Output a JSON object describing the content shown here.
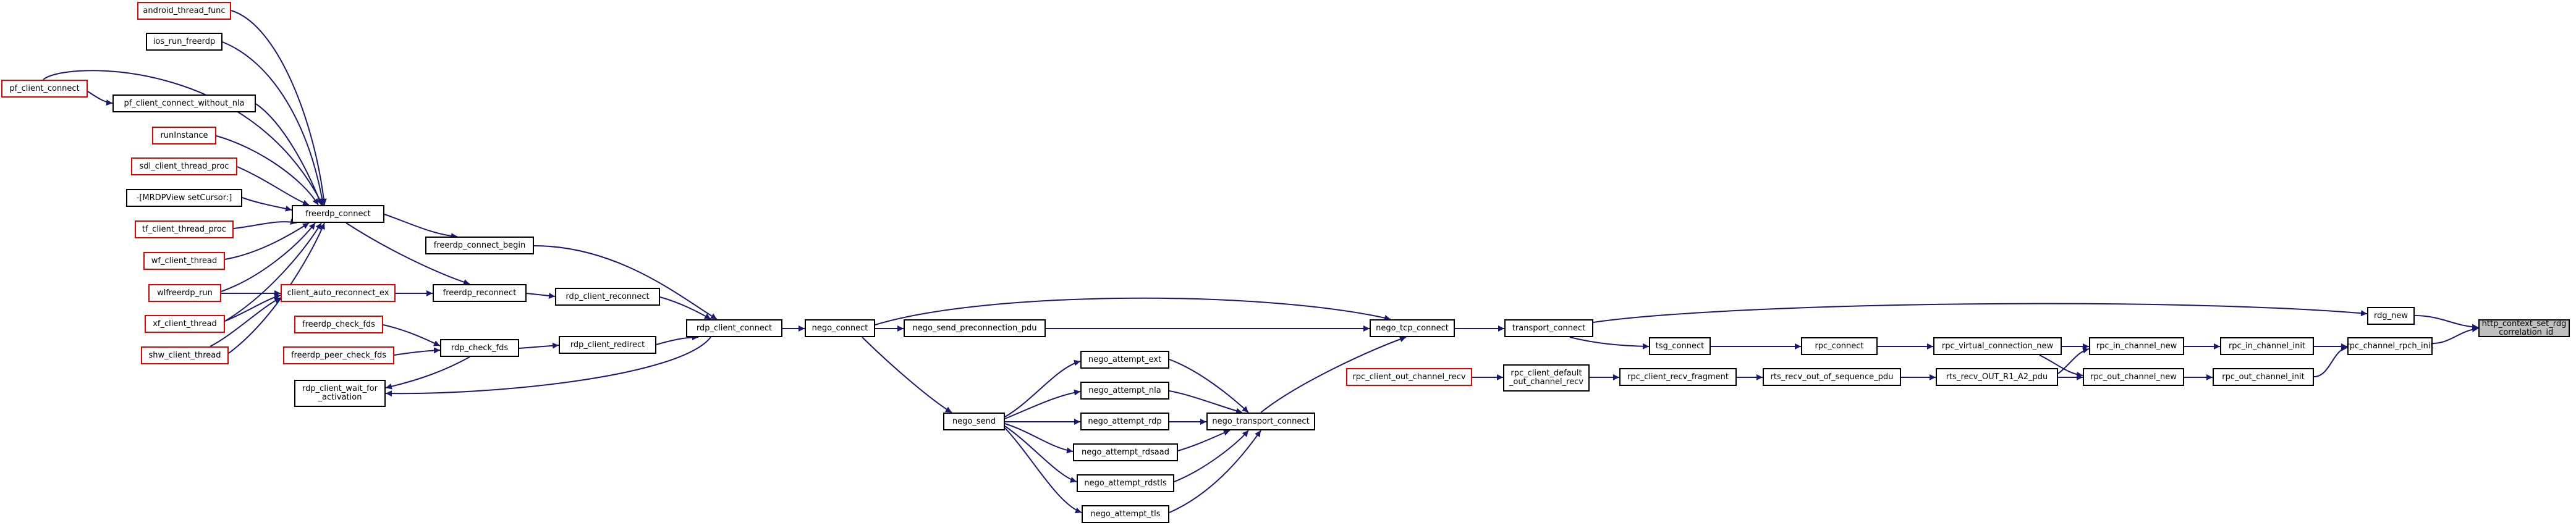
{
  "graph": {
    "edge_color": "#191970",
    "nodes": {
      "http_context_set": "http_context_set_rdg\n_correlation_id",
      "rdg_new": "rdg_new",
      "rpc_channel_rpch_init": "rpc_channel_rpch_init",
      "rpc_in_channel_init": "rpc_in_channel_init",
      "rpc_out_channel_init": "rpc_out_channel_init",
      "rpc_in_channel_new": "rpc_in_channel_new",
      "rpc_out_channel_new": "rpc_out_channel_new",
      "rpc_virtual_connection_new": "rpc_virtual_connection_new",
      "rts_recv_OUT_R1_A2_pdu": "rts_recv_OUT_R1_A2_pdu",
      "rpc_connect": "rpc_connect",
      "rts_recv_out_of_sequence_pdu": "rts_recv_out_of_sequence_pdu",
      "tsg_connect": "tsg_connect",
      "rpc_client_recv_fragment": "rpc_client_recv_fragment",
      "transport_connect": "transport_connect",
      "rpc_client_default_out_channel_recv": "rpc_client_default\n_out_channel_recv",
      "rpc_client_out_channel_recv": "rpc_client_out_channel_recv",
      "nego_tcp_connect": "nego_tcp_connect",
      "nego_send_preconnection_pdu": "nego_send_preconnection_pdu",
      "nego_transport_connect": "nego_transport_connect",
      "nego_connect": "nego_connect",
      "nego_attempt_ext": "nego_attempt_ext",
      "nego_attempt_nla": "nego_attempt_nla",
      "nego_attempt_rdp": "nego_attempt_rdp",
      "nego_attempt_rdsaad": "nego_attempt_rdsaad",
      "nego_attempt_rdstls": "nego_attempt_rdstls",
      "nego_attempt_tls": "nego_attempt_tls",
      "nego_send": "nego_send",
      "rdp_client_connect": "rdp_client_connect",
      "freerdp_connect_begin": "freerdp_connect_begin",
      "rdp_client_reconnect": "rdp_client_reconnect",
      "rdp_client_redirect": "rdp_client_redirect",
      "freerdp_reconnect": "freerdp_reconnect",
      "rdp_check_fds": "rdp_check_fds",
      "rdp_client_wait_for_activation": "rdp_client_wait_for\n_activation",
      "freerdp_connect": "freerdp_connect",
      "client_auto_reconnect_ex": "client_auto_reconnect_ex",
      "freerdp_check_fds": "freerdp_check_fds",
      "freerdp_peer_check_fds": "freerdp_peer_check_fds",
      "android_thread_func": "android_thread_func",
      "ios_run_freerdp": "ios_run_freerdp",
      "pf_client_connect": "pf_client_connect",
      "pf_client_connect_without_nla": "pf_client_connect_without_nla",
      "runInstance": "runInstance",
      "sdl_client_thread_proc": "sdl_client_thread_proc",
      "mrdpview_setcursor": "-[MRDPView setCursor:]",
      "tf_client_thread_proc": "tf_client_thread_proc",
      "wf_client_thread": "wf_client_thread",
      "wlfreerdp_run": "wlfreerdp_run",
      "xf_client_thread": "xf_client_thread",
      "shw_client_thread": "shw_client_thread"
    }
  }
}
